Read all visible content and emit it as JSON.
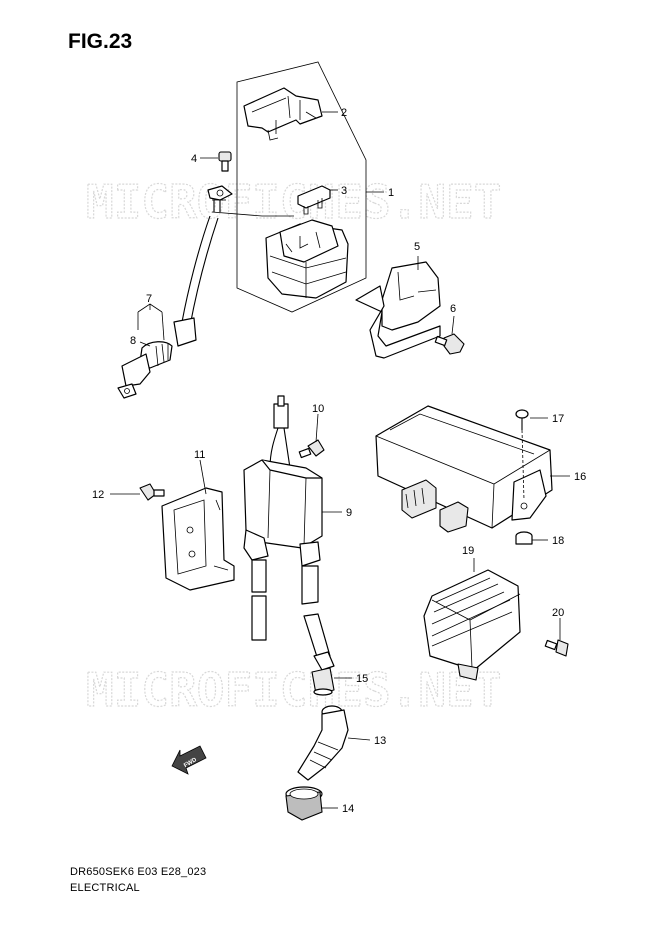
{
  "figure": {
    "title": "FIG.23",
    "model_code": "DR650SEK6 E03 E28_023",
    "section_name": "ELECTRICAL"
  },
  "watermark": {
    "text": "MICROFICHES.NET"
  },
  "direction_arrow": {
    "text": "FWD"
  },
  "callouts": [
    "1",
    "2",
    "3",
    "4",
    "5",
    "6",
    "7",
    "8",
    "9",
    "10",
    "11",
    "12",
    "13",
    "14",
    "15",
    "16",
    "17",
    "18",
    "19",
    "20"
  ]
}
